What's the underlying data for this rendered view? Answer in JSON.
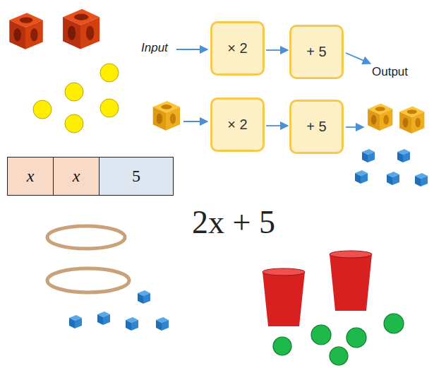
{
  "diagram": {
    "nodes": [
      {
        "text": [
          "× 2"
        ]
      },
      {
        "text": [
          "+ 5"
        ]
      },
      {
        "text": [
          "× 2"
        ]
      },
      {
        "text": [
          "+ 5"
        ]
      },
      {
        "text": [
          "x"
        ]
      },
      {
        "text": [
          "x"
        ]
      },
      {
        "text": [
          "5"
        ]
      }
    ],
    "edges": [
      {
        "from": 0,
        "to": 1,
        "arrow": "to"
      },
      {
        "from": 2,
        "to": 3,
        "arrow": "to"
      }
    ],
    "labels": [
      "Input",
      "Output",
      "2x + 5"
    ]
  }
}
